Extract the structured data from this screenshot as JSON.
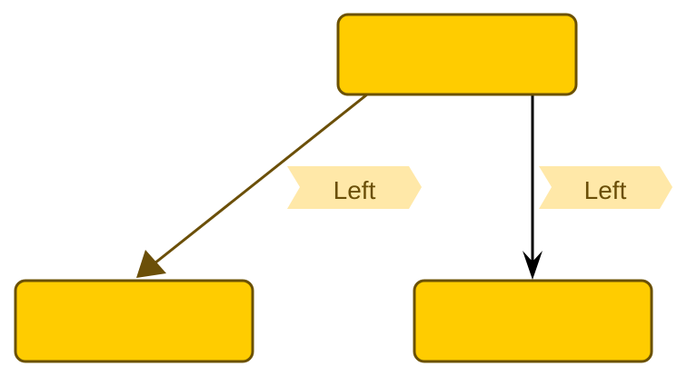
{
  "colors": {
    "node_fill": "#ffcc00",
    "node_stroke": "#6b5103",
    "edge_left": "#6b4f08",
    "edge_right": "#000000",
    "label_fill": "#ffe8a8",
    "label_text": "#6b4f08"
  },
  "nodes": [
    {
      "id": "top",
      "label": ""
    },
    {
      "id": "bottom-left",
      "label": ""
    },
    {
      "id": "bottom-right",
      "label": ""
    }
  ],
  "edges": [
    {
      "from": "top",
      "to": "bottom-left",
      "label": "Left"
    },
    {
      "from": "top",
      "to": "bottom-right",
      "label": "Left"
    }
  ]
}
